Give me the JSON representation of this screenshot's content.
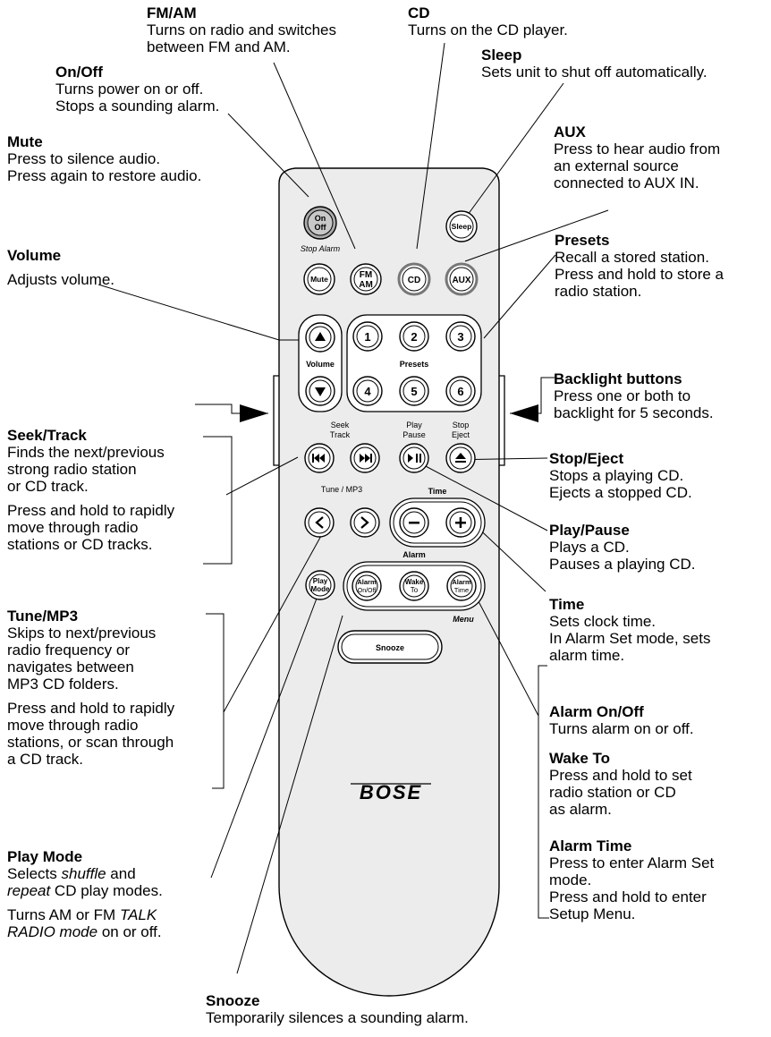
{
  "callouts": {
    "fm_am": {
      "title": "FM/AM",
      "lines": [
        "Turns on radio and switches",
        "between FM and AM."
      ]
    },
    "cd": {
      "title": "CD",
      "lines": [
        "Turns on the CD player."
      ]
    },
    "on_off": {
      "title": "On/Off",
      "lines": [
        "Turns power on or off.",
        "Stops a sounding alarm."
      ]
    },
    "sleep": {
      "title": "Sleep",
      "lines": [
        "Sets unit to shut off automatically."
      ]
    },
    "mute": {
      "title": "Mute",
      "lines": [
        "Press to silence audio.",
        "Press again to restore audio."
      ]
    },
    "aux": {
      "title": "AUX",
      "lines": [
        "Press to hear audio from",
        "an external source",
        "connected to AUX IN."
      ]
    },
    "volume": {
      "title": "Volume",
      "lines": [
        "Adjusts volume."
      ]
    },
    "presets": {
      "title": "Presets",
      "lines": [
        "Recall a stored station.",
        "Press and hold to store a",
        "radio station."
      ]
    },
    "backlight": {
      "title": "Backlight buttons",
      "lines": [
        "Press one or both to",
        "backlight for 5 seconds."
      ]
    },
    "seek_track": {
      "title": "Seek/Track",
      "lines": [
        "Finds the next/previous",
        "strong radio station",
        "or CD track."
      ],
      "lines2": [
        "Press and hold to rapidly",
        "move through radio",
        "stations or CD tracks."
      ]
    },
    "stop_eject": {
      "title": "Stop/Eject",
      "lines": [
        "Stops a playing CD.",
        "Ejects a stopped CD."
      ]
    },
    "play_pause": {
      "title": "Play/Pause",
      "lines": [
        "Plays a CD.",
        "Pauses a playing CD."
      ]
    },
    "tune_mp3": {
      "title": "Tune/MP3",
      "lines": [
        "Skips to next/previous",
        "radio frequency or",
        "navigates between",
        "MP3 CD folders."
      ],
      "lines2": [
        "Press and hold to rapidly",
        "move through radio",
        "stations, or scan through",
        "a CD track."
      ]
    },
    "time": {
      "title": "Time",
      "lines": [
        "Sets clock time.",
        "In Alarm Set mode, sets",
        "alarm time."
      ]
    },
    "alarm_on_off": {
      "title": "Alarm On/Off",
      "lines": [
        "Turns alarm on or off."
      ]
    },
    "wake_to": {
      "title": "Wake To",
      "lines": [
        "Press and hold to set",
        "radio station or CD",
        "as alarm."
      ]
    },
    "alarm_time": {
      "title": "Alarm Time",
      "lines": [
        "Press to enter Alarm Set",
        "mode.",
        "Press and hold to enter",
        "Setup Menu."
      ]
    },
    "play_mode": {
      "title": "Play Mode",
      "line1_pre": "Selects ",
      "line1_em": "shuffle",
      "line1_post": " and",
      "line2_em": "repeat",
      "line2_post": " CD play modes.",
      "lines2_pre": "Turns AM or FM ",
      "lines2_em1": "TALK",
      "lines2_em2": "RADIO mode",
      "lines2_post": " on or off."
    },
    "snooze": {
      "title": "Snooze",
      "lines": [
        "Temporarily silences a sounding alarm."
      ]
    }
  },
  "remote": {
    "on_off_btn": [
      "On",
      "Off"
    ],
    "stop_alarm": "Stop Alarm",
    "sleep_btn": "Sleep",
    "mute_btn": "Mute",
    "fm_am_btn": [
      "FM",
      "AM"
    ],
    "cd_btn": "CD",
    "aux_btn": "AUX",
    "volume_label": "Volume",
    "presets_label": "Presets",
    "preset_numbers": [
      "1",
      "2",
      "3",
      "4",
      "5",
      "6"
    ],
    "seek_label": [
      "Seek",
      "Track"
    ],
    "play_label": [
      "Play",
      "Pause"
    ],
    "stop_label": [
      "Stop",
      "Eject"
    ],
    "tune_label": "Tune / MP3",
    "time_label": "Time",
    "alarm_label": "Alarm",
    "play_mode_btn": [
      "Play",
      "Mode"
    ],
    "alarm_onoff_btn": [
      "Alarm",
      "On/Off"
    ],
    "wake_to_btn": [
      "Wake",
      "To"
    ],
    "alarm_time_btn": [
      "Alarm",
      "Time"
    ],
    "menu_label": "Menu",
    "snooze_btn": "Snooze",
    "brand": "BOSE"
  }
}
